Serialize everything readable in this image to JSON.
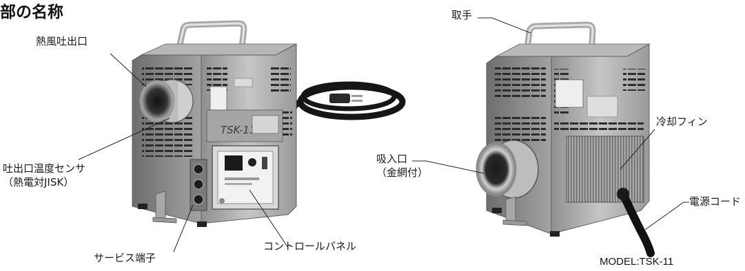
{
  "page": {
    "title": "部の名称",
    "model": "MODEL:TSK-11"
  },
  "labels": {
    "hot_air_outlet": "熱風吐出口",
    "outlet_temp_sensor_line1": "吐出口温度センサ",
    "outlet_temp_sensor_line2": "（熱電対JISK）",
    "service_terminal": "サービス端子",
    "control_panel": "コントロールパネル",
    "handle": "取手",
    "cooling_fin": "冷却フィン",
    "intake_line1": "吸入口",
    "intake_line2": "（金網付）",
    "power_cord": "電源コード"
  },
  "unit_markings": {
    "front_model": "TSK-11"
  }
}
